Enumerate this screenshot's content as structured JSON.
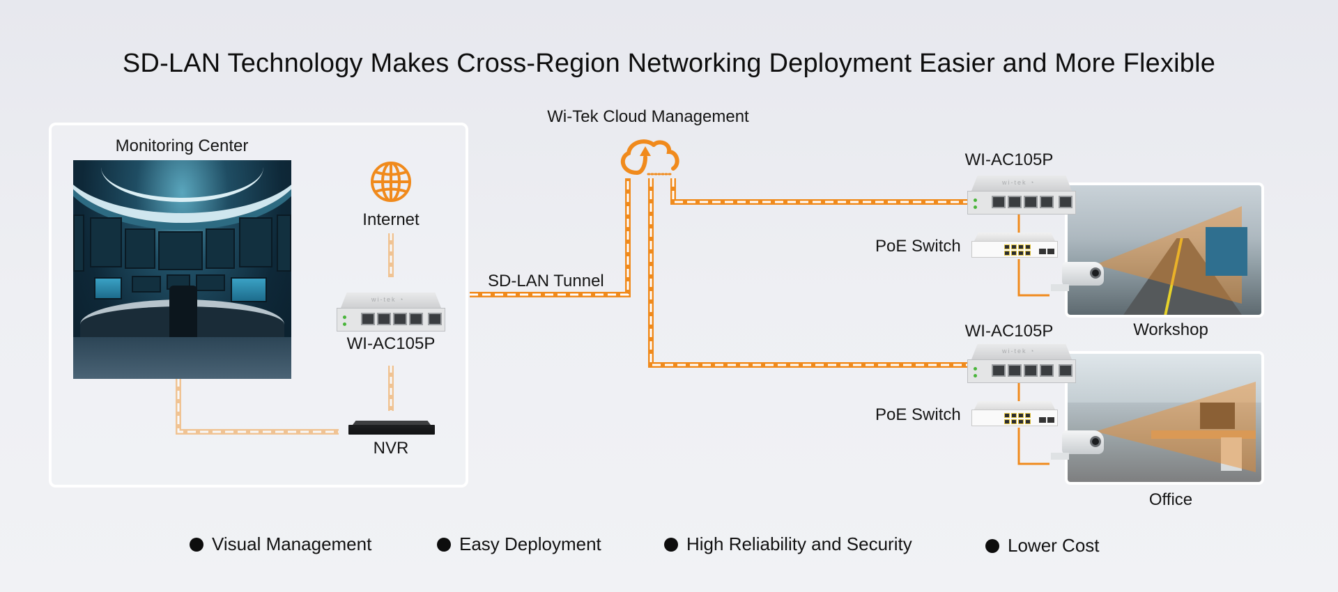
{
  "title": "SD-LAN Technology Makes Cross-Region Networking Deployment Easier and More Flexible",
  "monitoring_center": {
    "label": "Monitoring Center",
    "internet_label": "Internet",
    "router_label": "WI-AC105P",
    "nvr_label": "NVR",
    "icons": {
      "internet": "globe-icon"
    }
  },
  "tunnel_label": "SD-LAN Tunnel",
  "cloud": {
    "label": "Wi-Tek Cloud Management",
    "icon": "cloud-sync-icon"
  },
  "sites": [
    {
      "name": "Workshop",
      "router_label": "WI-AC105P",
      "switch_label": "PoE Switch"
    },
    {
      "name": "Office",
      "router_label": "WI-AC105P",
      "switch_label": "PoE Switch"
    }
  ],
  "device_brand": "wi-tek",
  "features": [
    "Visual Management",
    "Easy Deployment",
    "High Reliability and Security",
    "Lower Cost"
  ],
  "colors": {
    "accent": "#f08a1c",
    "text": "#111111",
    "background": "#eceef2"
  }
}
